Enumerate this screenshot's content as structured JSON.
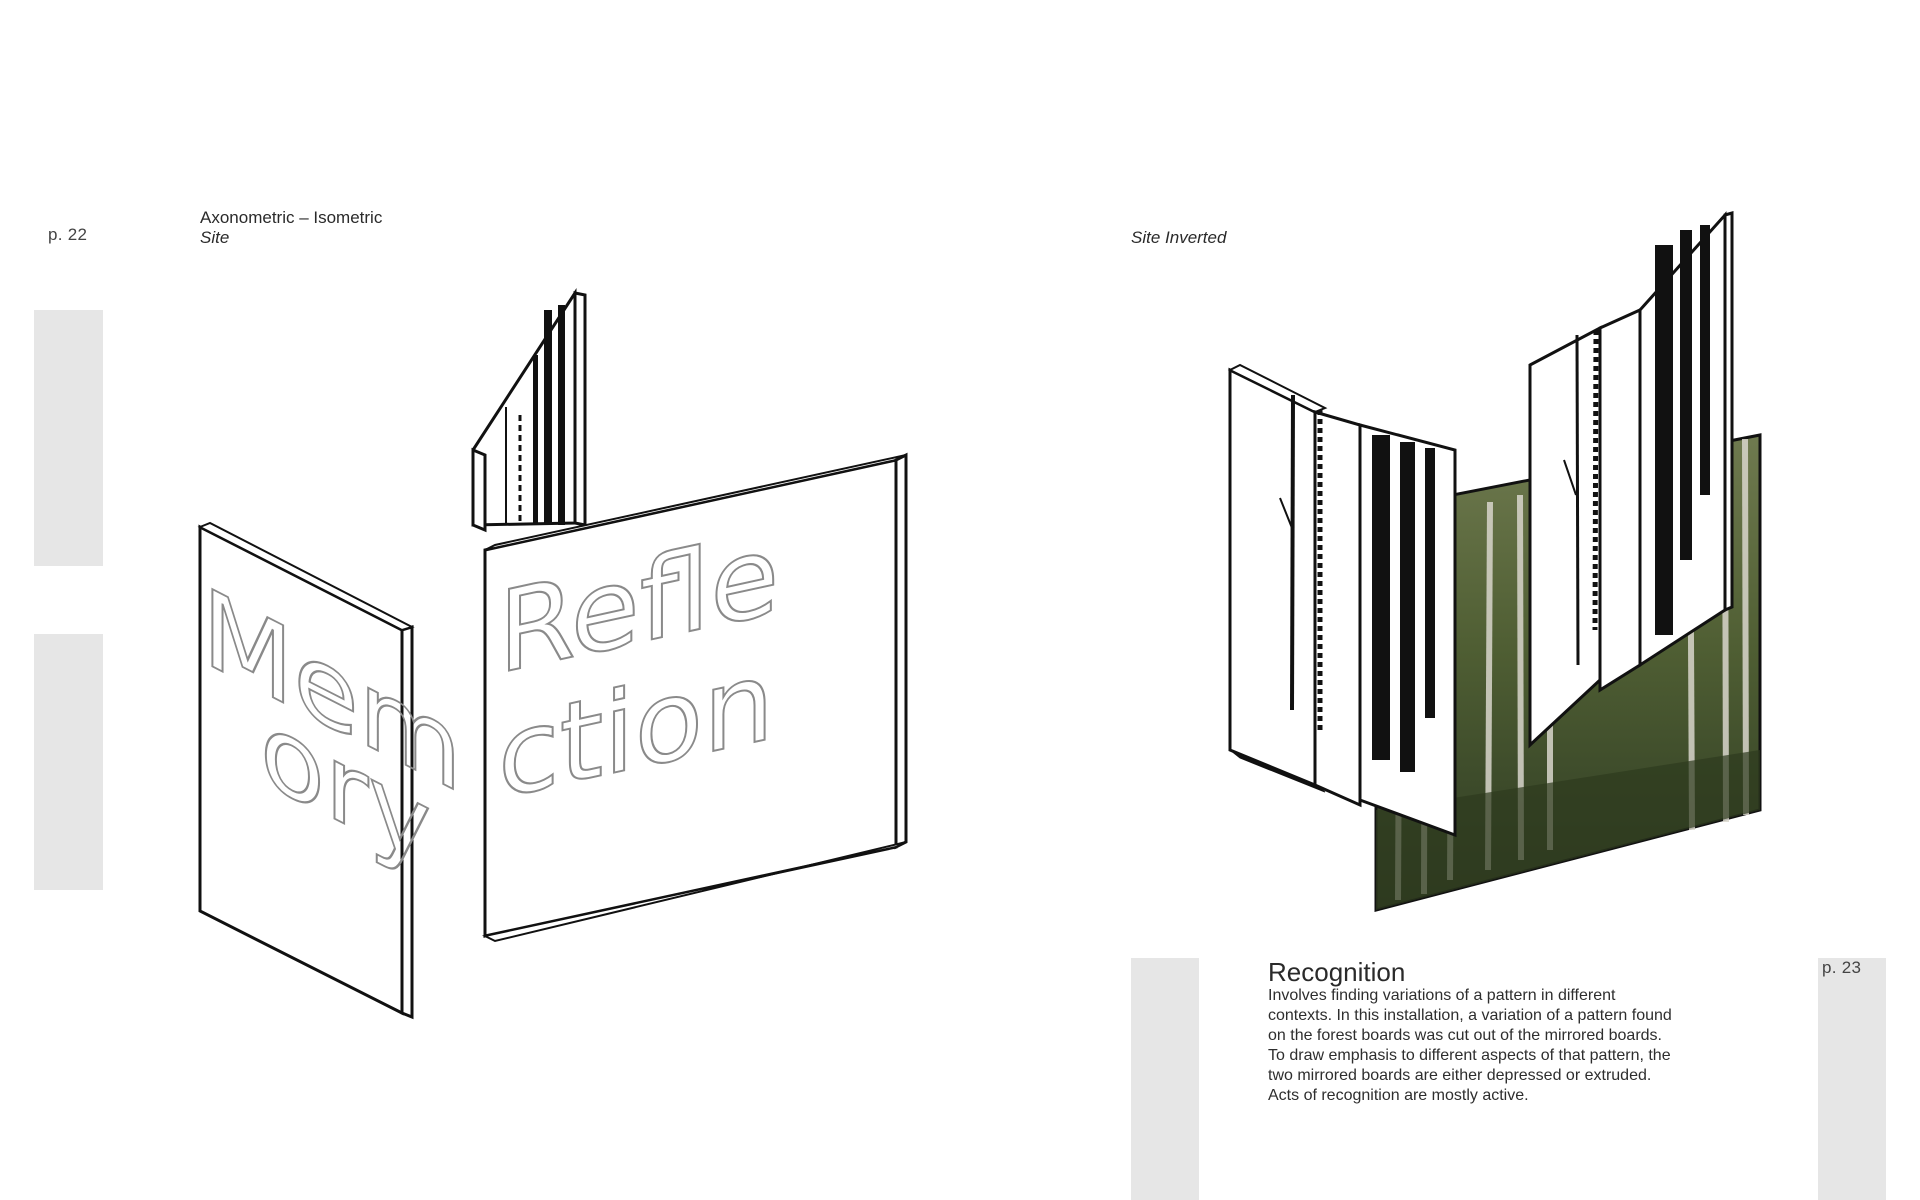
{
  "left_page": {
    "page_number": "p. 22",
    "title": "Axonometric – Isometric",
    "subtitle": "Site"
  },
  "right_page": {
    "page_number": "p. 23",
    "subtitle": "Site Inverted",
    "heading": "Recognition",
    "paragraph_lines": [
      "Involves finding variations of a pattern in different",
      "contexts. In this installation, a variation of a pattern found",
      "on the forest boards was cut out of the mirrored boards.",
      "To draw emphasis to different aspects of that pattern, the",
      "two mirrored boards are either depressed or extruded.",
      "Acts of recognition are mostly active."
    ]
  },
  "drawing_left": {
    "board_memory_text": [
      "Mem",
      "ory"
    ],
    "board_reflection_text": [
      "Refle",
      "ction"
    ]
  },
  "colors": {
    "side_bar": "#e6e6e6",
    "outline": "#111111",
    "board_text": "#8a8a8a"
  }
}
